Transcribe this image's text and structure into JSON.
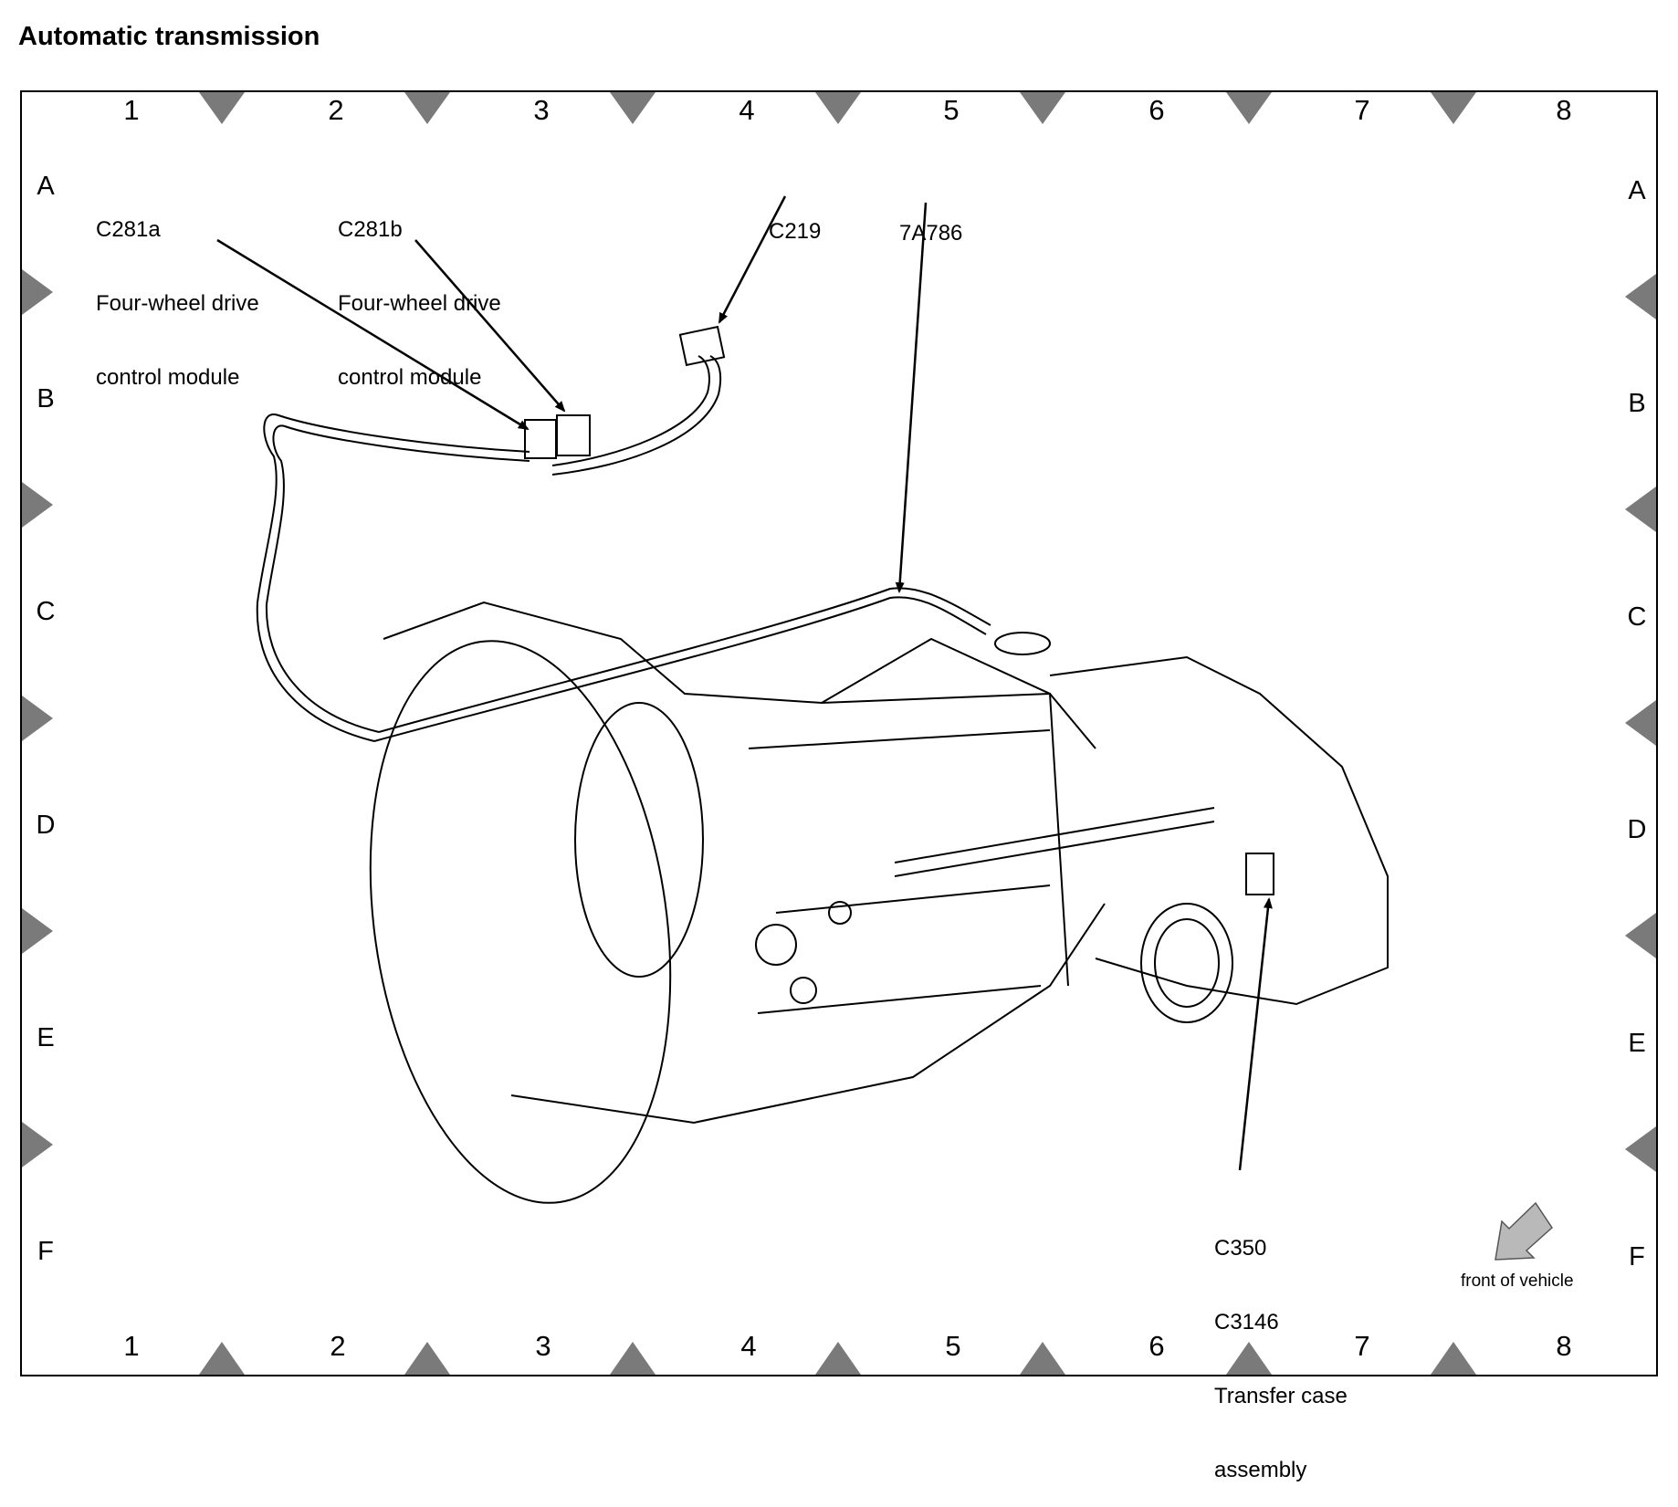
{
  "title": "Automatic transmission",
  "grid": {
    "columns": [
      "1",
      "2",
      "3",
      "4",
      "5",
      "6",
      "7",
      "8"
    ],
    "rows": [
      "A",
      "B",
      "C",
      "D",
      "E",
      "F"
    ]
  },
  "callouts": {
    "c281a": [
      "C281a",
      "Four-wheel drive",
      "control module"
    ],
    "c281b": [
      "C281b",
      "Four-wheel drive",
      "control module"
    ],
    "c219": [
      "C219"
    ],
    "harness": [
      "7A786"
    ],
    "transfer": [
      "C350",
      "C3146",
      "Transfer case",
      "assembly"
    ]
  },
  "front_of_vehicle_label": "front of vehicle",
  "colors": {
    "line": "#000000",
    "marker": "#7a7a7a",
    "arrow_fill": "#b9b9b9"
  }
}
